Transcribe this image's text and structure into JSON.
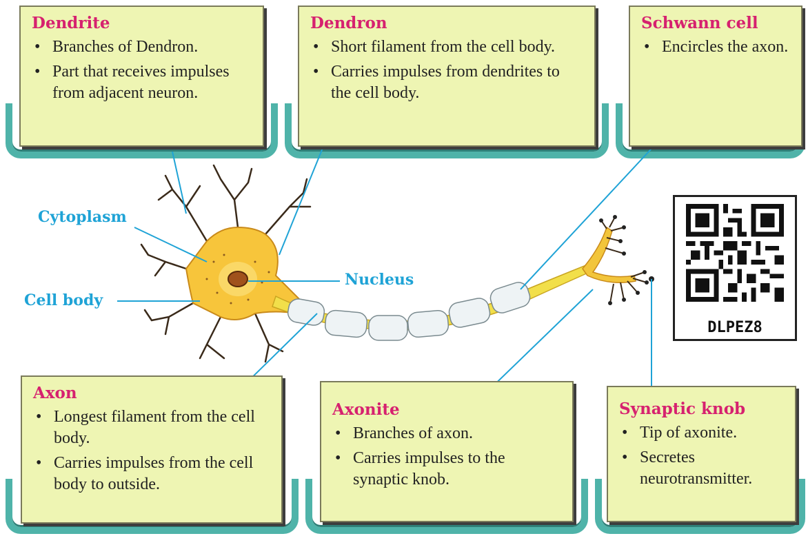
{
  "cards": {
    "dendrite": {
      "title": "Dendrite",
      "points": [
        "Branches of Dendron.",
        "Part that receives impulses from adjacent neuron."
      ]
    },
    "dendron": {
      "title": "Dendron",
      "points": [
        "Short filament from the cell body.",
        "Carries impulses from dendrites to the cell body."
      ]
    },
    "schwann": {
      "title": "Schwann cell",
      "points": [
        "Encircles the axon."
      ]
    },
    "axon": {
      "title": "Axon",
      "points": [
        "Longest filament from the cell body.",
        "Carries impulses from the cell body to outside."
      ]
    },
    "axonite": {
      "title": "Axonite",
      "points": [
        "Branches of axon.",
        "Carries impulses to the synaptic knob."
      ]
    },
    "synaptic": {
      "title": "Synaptic knob",
      "points": [
        "Tip of axonite.",
        "Secretes neurotransmitter."
      ]
    }
  },
  "labels": {
    "cytoplasm": "Cytoplasm",
    "cell_body": "Cell body",
    "nucleus": "Nucleus"
  },
  "qr_code": "DLPEZ8",
  "colors": {
    "title": "#d6216f",
    "label": "#1fa3d6",
    "card_bg": "#eef5b3",
    "frame": "#4fb3a9",
    "cell": "#f7c53b",
    "axon": "#f2df4a"
  }
}
